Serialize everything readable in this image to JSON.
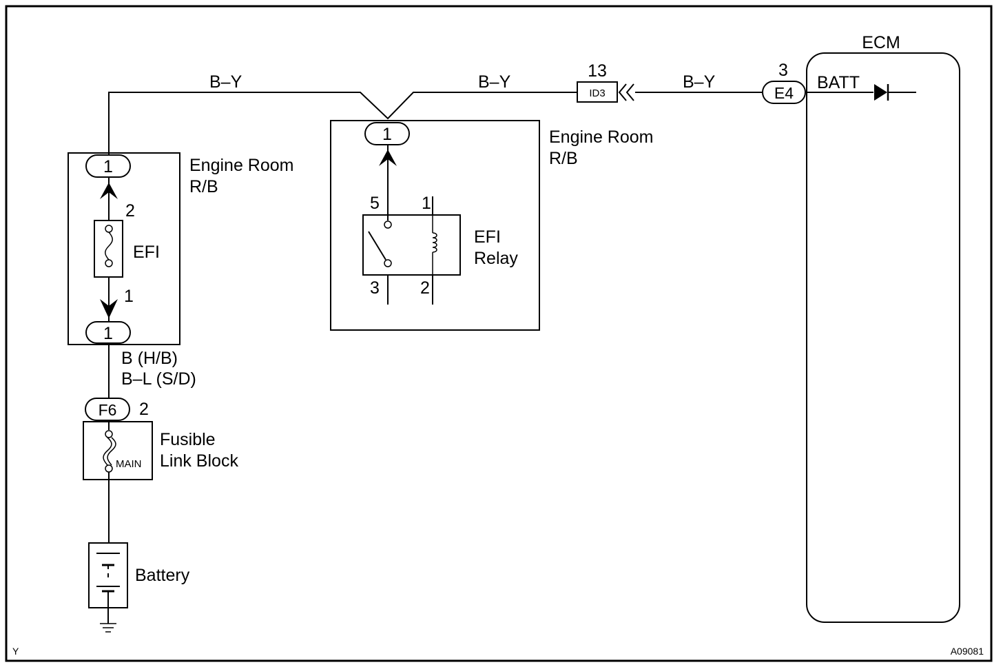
{
  "wire_labels": {
    "left_top": "B–Y",
    "relay_top": "B–Y",
    "ecm_top": "B–Y",
    "fuse_out_1": "B (H/B)",
    "fuse_out_2": "B–L (S/D)"
  },
  "engine_room_rb_left": {
    "line1": "Engine Room",
    "line2": "R/B",
    "connector_top": "1",
    "connector_bottom": "1",
    "fuse_pin_top": "2",
    "fuse_pin_bottom": "1",
    "fuse_label": "EFI"
  },
  "engine_room_rb_relay": {
    "line1": "Engine Room",
    "line2": "R/B",
    "connector_top": "1",
    "relay_label_1": "EFI",
    "relay_label_2": "Relay",
    "pin_5": "5",
    "pin_1": "1",
    "pin_3": "3",
    "pin_2": "2"
  },
  "junction_connector": {
    "name": "ID3",
    "pin": "13"
  },
  "ecm": {
    "title": "ECM",
    "connector": "E4",
    "pin": "3",
    "terminal": "BATT"
  },
  "fusible_link_block": {
    "connector": "F6",
    "pin": "2",
    "fuse_label": "MAIN",
    "line1": "Fusible",
    "line2": "Link Block"
  },
  "battery": {
    "label": "Battery"
  },
  "corner": {
    "left": "Y",
    "right": "A09081"
  }
}
